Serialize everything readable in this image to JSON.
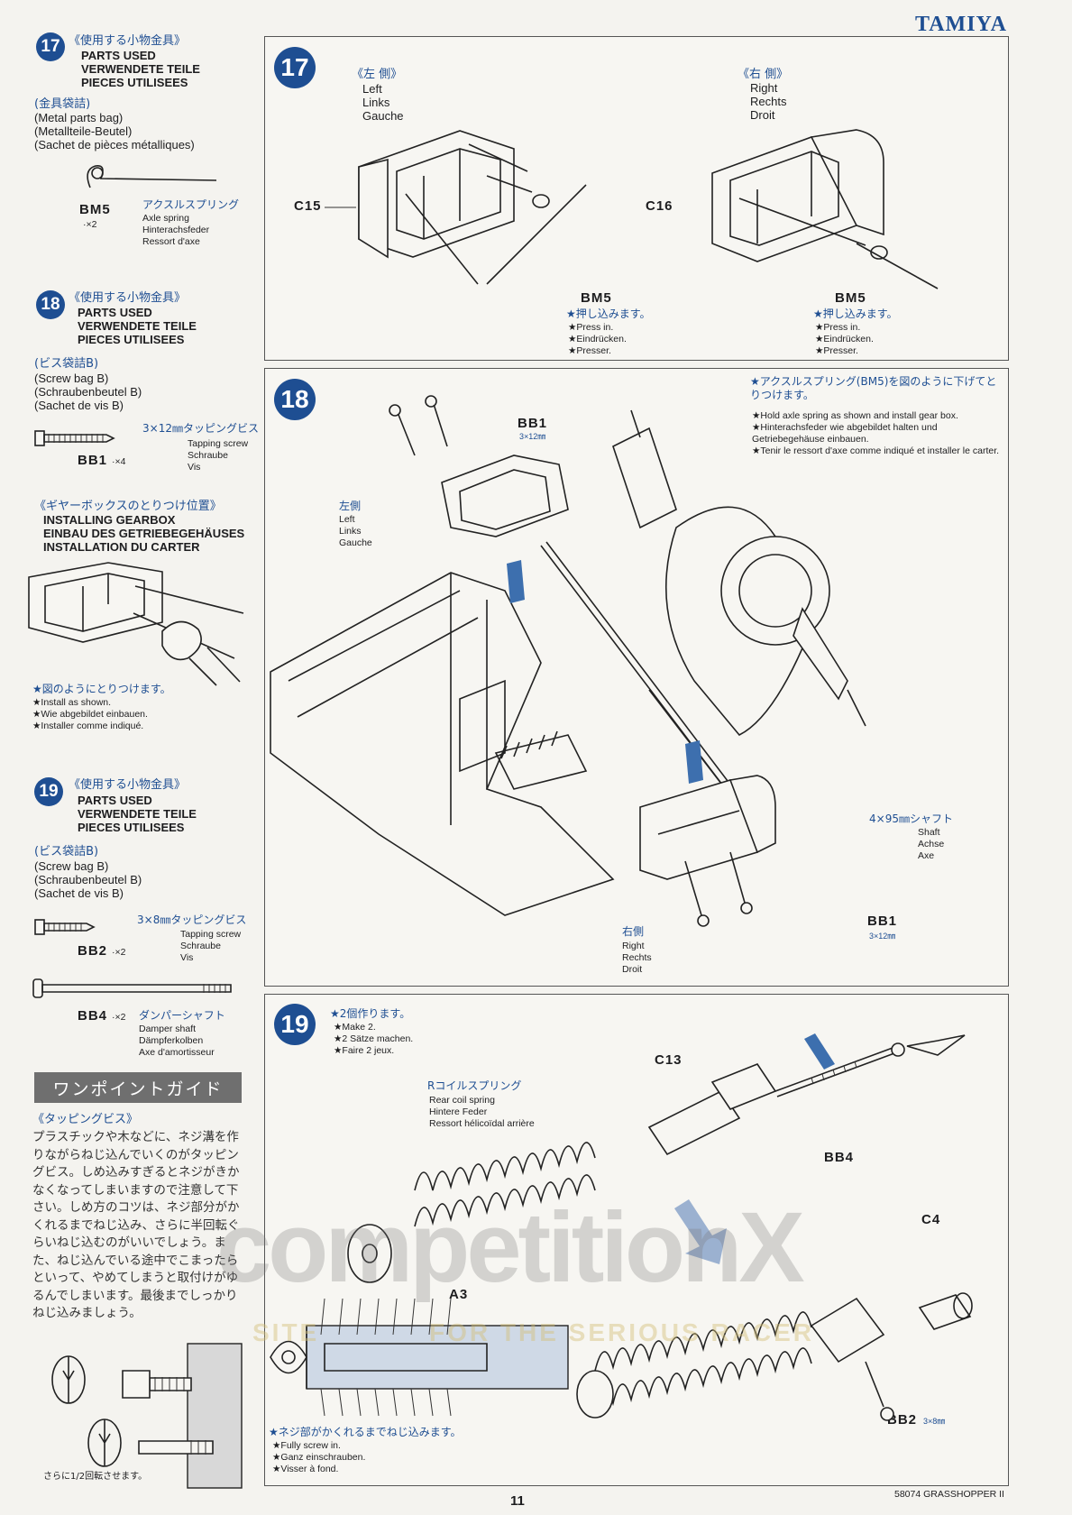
{
  "brand": "TAMIYA",
  "footer": {
    "model": "58074 GRASSHOPPER II",
    "page_number": "11"
  },
  "sidebar": {
    "s17": {
      "num": "17",
      "parts_jp": "《使用する小物金具》",
      "parts_en": "PARTS USED",
      "parts_de": "VERWENDETE TEILE",
      "parts_fr": "PIECES UTILISEES",
      "bag_jp": "(金具袋詰)",
      "bag_en": "(Metal parts bag)",
      "bag_de": "(Metallteile-Beutel)",
      "bag_fr": "(Sachet de pièces métalliques)",
      "part_code": "BM5",
      "part_qty": "·×2",
      "part_jp": "アクスルスプリング",
      "part_en": "Axle spring",
      "part_de": "Hinterachsfeder",
      "part_fr": "Ressort d'axe"
    },
    "s18": {
      "num": "18",
      "parts_jp": "《使用する小物金具》",
      "parts_en": "PARTS USED",
      "parts_de": "VERWENDETE TEILE",
      "parts_fr": "PIECES UTILISEES",
      "bag_jp": "(ビス袋詰B)",
      "bag_en": "(Screw bag B)",
      "bag_de": "(Schraubenbeutel B)",
      "bag_fr": "(Sachet de vis B)",
      "part_jp": "3×12㎜タッピングビス",
      "part_code": "BB1",
      "part_qty": "·×4",
      "part_en": "Tapping screw",
      "part_de": "Schraube",
      "part_fr": "Vis",
      "gearbox_jp": "《ギヤーボックスのとりつけ位置》",
      "gearbox_en": "INSTALLING GEARBOX",
      "gearbox_de": "EINBAU DES GETRIEBEGEHÄUSES",
      "gearbox_fr": "INSTALLATION DU CARTER",
      "install_jp": "★図のようにとりつけます。",
      "install_en": "★Install as shown.",
      "install_de": "★Wie abgebildet einbauen.",
      "install_fr": "★Installer comme indiqué."
    },
    "s19": {
      "num": "19",
      "parts_jp": "《使用する小物金具》",
      "parts_en": "PARTS USED",
      "parts_de": "VERWENDETE TEILE",
      "parts_fr": "PIECES UTILISEES",
      "bag_jp": "(ビス袋詰B)",
      "bag_en": "(Screw bag B)",
      "bag_de": "(Schraubenbeutel B)",
      "bag_fr": "(Sachet de vis B)",
      "part1_jp": "3×8㎜タッピングビス",
      "part1_code": "BB2",
      "part1_qty": "·×2",
      "part1_en": "Tapping screw",
      "part1_de": "Schraube",
      "part1_fr": "Vis",
      "part2_code": "BB4",
      "part2_qty": "·×2",
      "part2_jp": "ダンパーシャフト",
      "part2_en": "Damper shaft",
      "part2_de": "Dämpferkolben",
      "part2_fr": "Axe d'amortisseur"
    },
    "guide": {
      "title": "ワンポイントガイド",
      "subtitle": "《タッピングビス》",
      "text": "プラスチックや木などに、ネジ溝を作りながらねじ込んでいくのがタッピングビス。しめ込みすぎるとネジがきかなくなってしまいますので注意して下さい。しめ方のコツは、ネジ部分がかくれるまでねじ込み、さらに半回転ぐらいねじ込むのがいいでしょう。また、ねじ込んでいる途中でこまったらといって、やめてしまうと取付けがゆるんでしまいます。最後までしっかりねじ込みましょう。",
      "caption": "さらに1/2回転させます。"
    }
  },
  "panel17": {
    "num": "17",
    "left_jp": "《左 側》",
    "left_en": "Left",
    "left_de": "Links",
    "left_fr": "Gauche",
    "right_jp": "《右 側》",
    "right_en": "Right",
    "right_de": "Rechts",
    "right_fr": "Droit",
    "part_left": "C15",
    "part_right": "C16",
    "spring_left": "BM5",
    "spring_right": "BM5",
    "press_jp": "★押し込みます。",
    "press_en": "★Press in.",
    "press_de": "★Eindrücken.",
    "press_fr": "★Presser."
  },
  "panel18": {
    "num": "18",
    "note_jp": "★アクスルスプリング(BM5)を図のように下げてとりつけます。",
    "note_en": "★Hold axle spring as shown and install gear box.",
    "note_de": "★Hinterachsfeder wie abgebildet halten und Getriebegehäuse einbauen.",
    "note_fr": "★Tenir le ressort d'axe comme indiqué et installer le carter.",
    "screw_top": "BB1",
    "screw_top_size": "3×12㎜",
    "left_jp": "左側",
    "left_en": "Left",
    "left_de": "Links",
    "left_fr": "Gauche",
    "right_jp": "右側",
    "right_en": "Right",
    "right_de": "Rechts",
    "right_fr": "Droit",
    "shaft_jp": "4×95㎜シャフト",
    "shaft_en": "Shaft",
    "shaft_de": "Achse",
    "shaft_fr": "Axe",
    "screw_bottom": "BB1",
    "screw_bottom_size": "3×12㎜"
  },
  "panel19": {
    "num": "19",
    "make_jp": "★2個作ります。",
    "make_en": "★Make 2.",
    "make_de": "★2 Sätze machen.",
    "make_fr": "★Faire 2 jeux.",
    "coil_jp": "Rコイルスプリング",
    "coil_en": "Rear coil spring",
    "coil_de": "Hintere Feder",
    "coil_fr": "Ressort hélicoïdal arrière",
    "part_c13": "C13",
    "part_bb4": "BB4",
    "part_c4": "C4",
    "part_a3": "A3",
    "part_bb2": "BB2",
    "part_bb2_size": "3×8㎜",
    "screw_jp": "★ネジ部がかくれるまでねじ込みます。",
    "screw_en": "★Fully screw in.",
    "screw_de": "★Ganz einschrauben.",
    "screw_fr": "★Visser à fond."
  },
  "watermark": {
    "logo": "competitionX",
    "tagline_left": "SITE",
    "tagline_right": "FOR THE SERIOUS RACER"
  }
}
